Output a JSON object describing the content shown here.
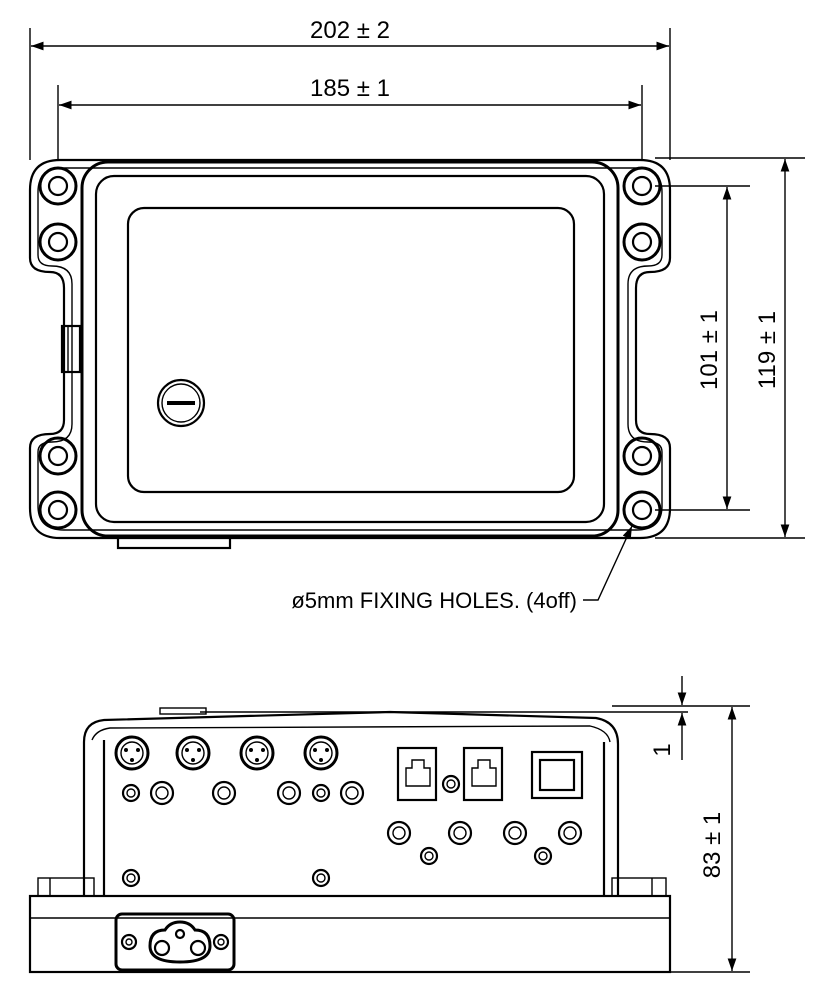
{
  "dimensions": {
    "overall_width": "202 ± 2",
    "hole_spacing_width": "185 ± 1",
    "hole_spacing_height": "101 ± 1",
    "overall_height": "119 ± 1",
    "lid_offset": "1",
    "overall_depth": "83 ± 1"
  },
  "notes": {
    "fixing_holes": "ø5mm FIXING HOLES. (4off)"
  },
  "colors": {
    "line": "#000000",
    "background": "#ffffff"
  }
}
